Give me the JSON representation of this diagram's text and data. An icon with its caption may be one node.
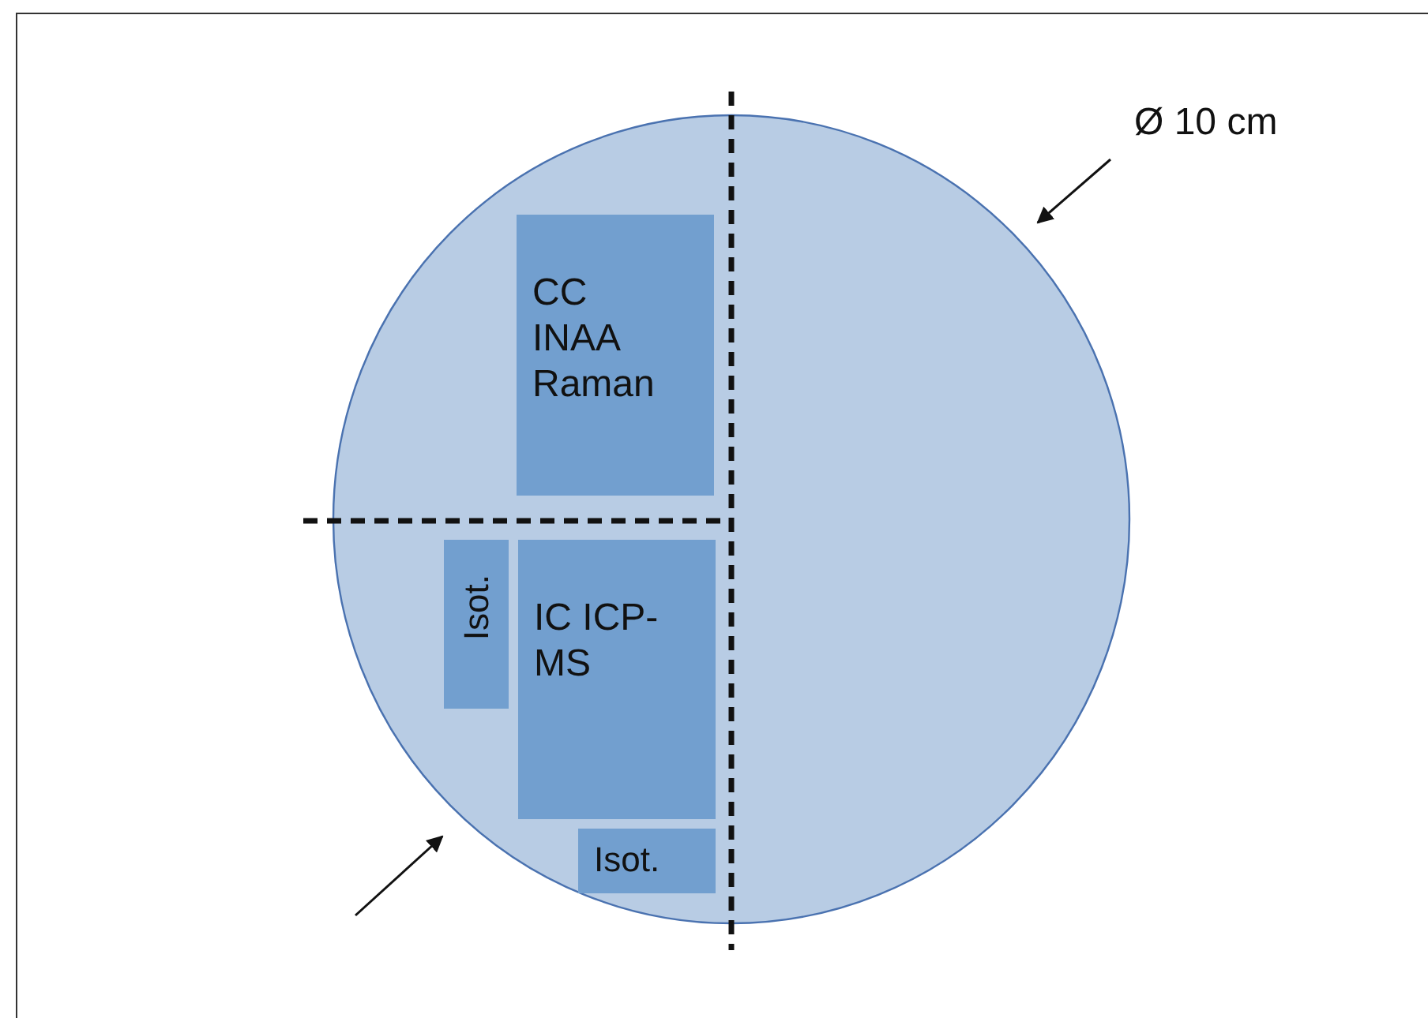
{
  "diagram": {
    "nodes": [
      {
        "text": [],
        "shape": "circle"
      },
      {
        "text": [
          "CC INAA Raman"
        ],
        "in": 0
      },
      {
        "text": [
          "Isot."
        ],
        "in": 0
      },
      {
        "text": [
          "IC ICP-MS"
        ],
        "in": 0
      },
      {
        "text": [
          "Isot."
        ],
        "in": 0
      }
    ],
    "labels": [
      "Ø 10 cm"
    ]
  }
}
